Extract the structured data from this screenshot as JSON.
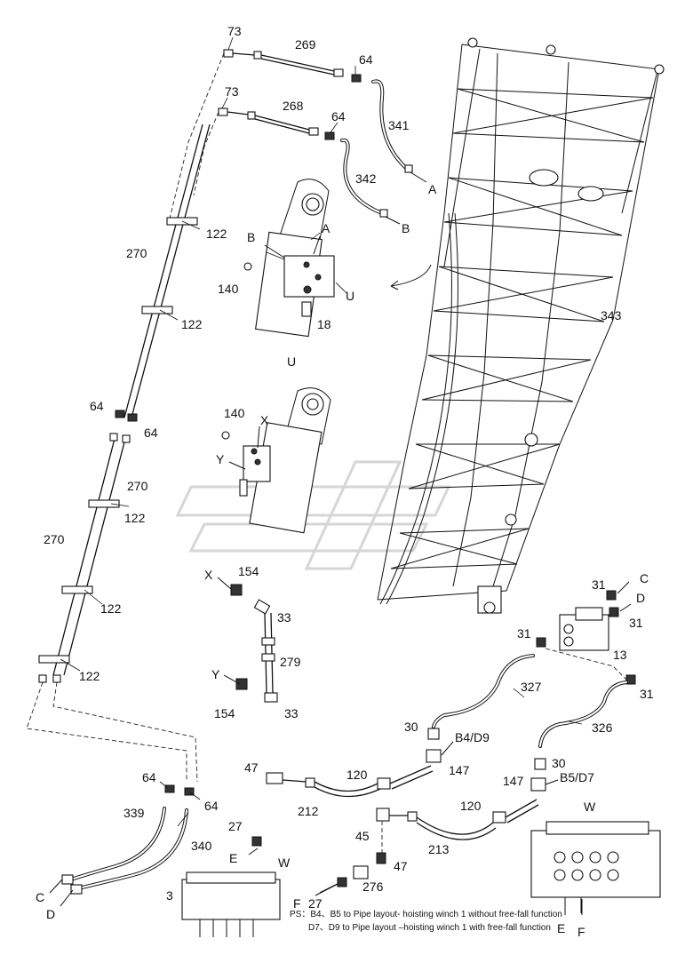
{
  "labels": {
    "p73a": "73",
    "p269": "269",
    "p64a": "64",
    "p341": "341",
    "p73b": "73",
    "p268": "268",
    "p64b": "64",
    "p342": "342",
    "arrowA1": "A",
    "arrowB1": "B",
    "p122a": "122",
    "p270a": "270",
    "p122b": "122",
    "detailB": "B",
    "detailA": "A",
    "p140a": "140",
    "detailU1": "U",
    "p18": "18",
    "p343": "343",
    "viewU": "U",
    "p64c": "64",
    "p64d": "64",
    "p270b": "270",
    "p122c": "122",
    "p140b": "140",
    "detailX": "X",
    "detailY": "Y",
    "p270c": "270",
    "p122d": "122",
    "p122e": "122",
    "arrowX": "X",
    "p154a": "154",
    "p33a": "33",
    "p279": "279",
    "arrowY": "Y",
    "p154b": "154",
    "p33b": "33",
    "p31a": "31",
    "arrowC1": "C",
    "arrowD1": "D",
    "p31b": "31",
    "p31c": "31",
    "p13": "13",
    "p31d": "31",
    "p327": "327",
    "p326": "326",
    "p30a": "30",
    "portB4D9": "B4/D9",
    "p147a": "147",
    "p47a": "47",
    "p120a": "120",
    "p212": "212",
    "p30b": "30",
    "p147b": "147",
    "portB5D7": "B5/D7",
    "p120b": "120",
    "viewW1": "W",
    "p45": "45",
    "p213": "213",
    "p47b": "47",
    "p64e": "64",
    "p64f": "64",
    "p339": "339",
    "p340": "340",
    "p27a": "27",
    "arrowE1": "E",
    "viewW2": "W",
    "arrowC2": "C",
    "arrowD2": "D",
    "p3": "3",
    "arrowF1": "F",
    "p27b": "27",
    "p276": "276",
    "arrowE2": "E",
    "arrowF2": "F"
  },
  "notes": {
    "ps_line1": "PS：B4、B5 to Pipe layout- hoisting winch 1 without free-fall function",
    "ps_line2": "D7、D9 to Pipe layout –hoisting winch 1 with free-fall function"
  }
}
